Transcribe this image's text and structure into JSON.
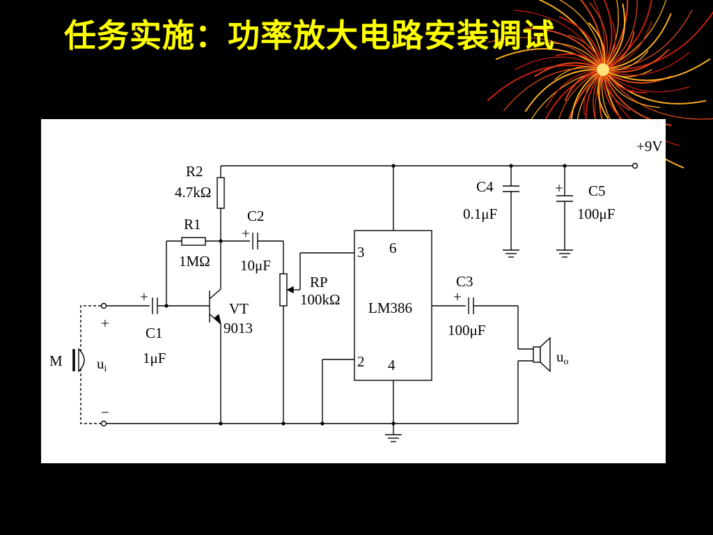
{
  "slide": {
    "title": "任务实施：功率放大电路安装调试"
  },
  "circuit": {
    "supply": "+9V",
    "r2_name": "R2",
    "r2_value": "4.7kΩ",
    "r1_name": "R1",
    "r1_value": "1MΩ",
    "c2_name": "C2",
    "c2_value": "10μF",
    "c1_name": "C1",
    "c1_value": "1μF",
    "vt_name": "VT",
    "vt_value": "9013",
    "rp_name": "RP",
    "rp_value": "100kΩ",
    "ic_name": "LM386",
    "pin3": "3",
    "pin6": "6",
    "pin2": "2",
    "pin4": "4",
    "c4_name": "C4",
    "c4_value": "0.1μF",
    "c5_name": "C5",
    "c5_value": "100μF",
    "c3_name": "C3",
    "c3_value": "100μF",
    "mic_label": "M",
    "input_label": "u",
    "input_sub": "i",
    "output_label": "u",
    "output_sub": "o",
    "plus": "+",
    "minus": "−"
  }
}
